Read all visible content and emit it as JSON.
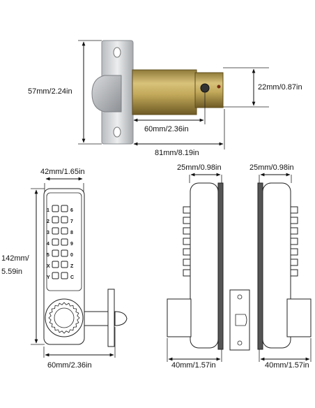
{
  "latch_photo": {
    "height_label": "57mm/2.24in",
    "spindle_label": "22mm/0.87in",
    "backset_label": "60mm/2.36in",
    "total_label": "81mm/8.19in"
  },
  "front_view": {
    "width_label": "42mm/1.65in",
    "height_label_line1": "142mm/",
    "height_label_line2": "5.59in",
    "bottom_label": "60mm/2.36in",
    "keypad": {
      "left": [
        "1",
        "2",
        "3",
        "4",
        "5",
        "X",
        "Y"
      ],
      "right": [
        "6",
        "7",
        "8",
        "9",
        "0",
        "Z",
        "C"
      ]
    }
  },
  "side_view_left": {
    "top_label": "25mm/0.98in",
    "bottom_label": "40mm/1.57in"
  },
  "side_view_right": {
    "top_label": "25mm/0.98in",
    "bottom_label": "40mm/1.57in"
  }
}
